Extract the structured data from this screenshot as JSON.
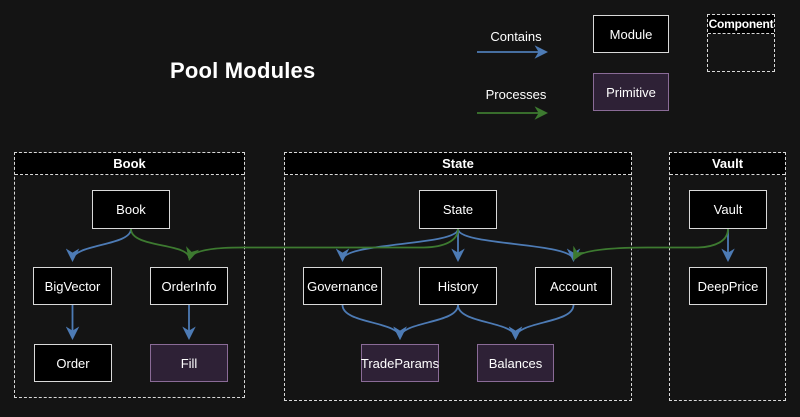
{
  "title": "Pool Modules",
  "legend": {
    "contains_label": "Contains",
    "processes_label": "Processes",
    "module_label": "Module",
    "primitive_label": "Primitive",
    "component_label": "Component"
  },
  "colors": {
    "background": "#141414",
    "module_fill": "#000000",
    "module_border": "#d9d9d9",
    "primitive_fill": "#2e2136",
    "primitive_border": "#8a6b97",
    "contains_arrow": "#4d7bb5",
    "processes_arrow": "#3d7a30",
    "text": "#ffffff"
  },
  "containers": [
    {
      "id": "book",
      "label": "Book"
    },
    {
      "id": "state",
      "label": "State"
    },
    {
      "id": "vault",
      "label": "Vault"
    }
  ],
  "nodes": [
    {
      "id": "book",
      "label": "Book",
      "type": "module",
      "container": "Book"
    },
    {
      "id": "bigvector",
      "label": "BigVector",
      "type": "module",
      "container": "Book"
    },
    {
      "id": "orderinfo",
      "label": "OrderInfo",
      "type": "module",
      "container": "Book"
    },
    {
      "id": "order",
      "label": "Order",
      "type": "module",
      "container": "Book"
    },
    {
      "id": "fill",
      "label": "Fill",
      "type": "primitive",
      "container": "Book"
    },
    {
      "id": "state",
      "label": "State",
      "type": "module",
      "container": "State"
    },
    {
      "id": "governance",
      "label": "Governance",
      "type": "module",
      "container": "State"
    },
    {
      "id": "history",
      "label": "History",
      "type": "module",
      "container": "State"
    },
    {
      "id": "account",
      "label": "Account",
      "type": "module",
      "container": "State"
    },
    {
      "id": "tradeparams",
      "label": "TradeParams",
      "type": "primitive",
      "container": "State"
    },
    {
      "id": "balances",
      "label": "Balances",
      "type": "primitive",
      "container": "State"
    },
    {
      "id": "vault",
      "label": "Vault",
      "type": "module",
      "container": "Vault"
    },
    {
      "id": "deepprice",
      "label": "DeepPrice",
      "type": "module",
      "container": "Vault"
    }
  ],
  "edges": [
    {
      "from": "Book",
      "to": "BigVector",
      "type": "contains"
    },
    {
      "from": "Book",
      "to": "OrderInfo",
      "type": "processes"
    },
    {
      "from": "State",
      "to": "OrderInfo",
      "type": "processes"
    },
    {
      "from": "BigVector",
      "to": "Order",
      "type": "contains"
    },
    {
      "from": "OrderInfo",
      "to": "Fill",
      "type": "contains"
    },
    {
      "from": "State",
      "to": "Governance",
      "type": "contains"
    },
    {
      "from": "State",
      "to": "History",
      "type": "contains"
    },
    {
      "from": "State",
      "to": "Account",
      "type": "contains"
    },
    {
      "from": "Governance",
      "to": "TradeParams",
      "type": "contains"
    },
    {
      "from": "History",
      "to": "TradeParams",
      "type": "contains"
    },
    {
      "from": "History",
      "to": "Balances",
      "type": "contains"
    },
    {
      "from": "Account",
      "to": "Balances",
      "type": "contains"
    },
    {
      "from": "Vault",
      "to": "DeepPrice",
      "type": "contains"
    },
    {
      "from": "Vault",
      "to": "Account",
      "type": "processes"
    }
  ]
}
